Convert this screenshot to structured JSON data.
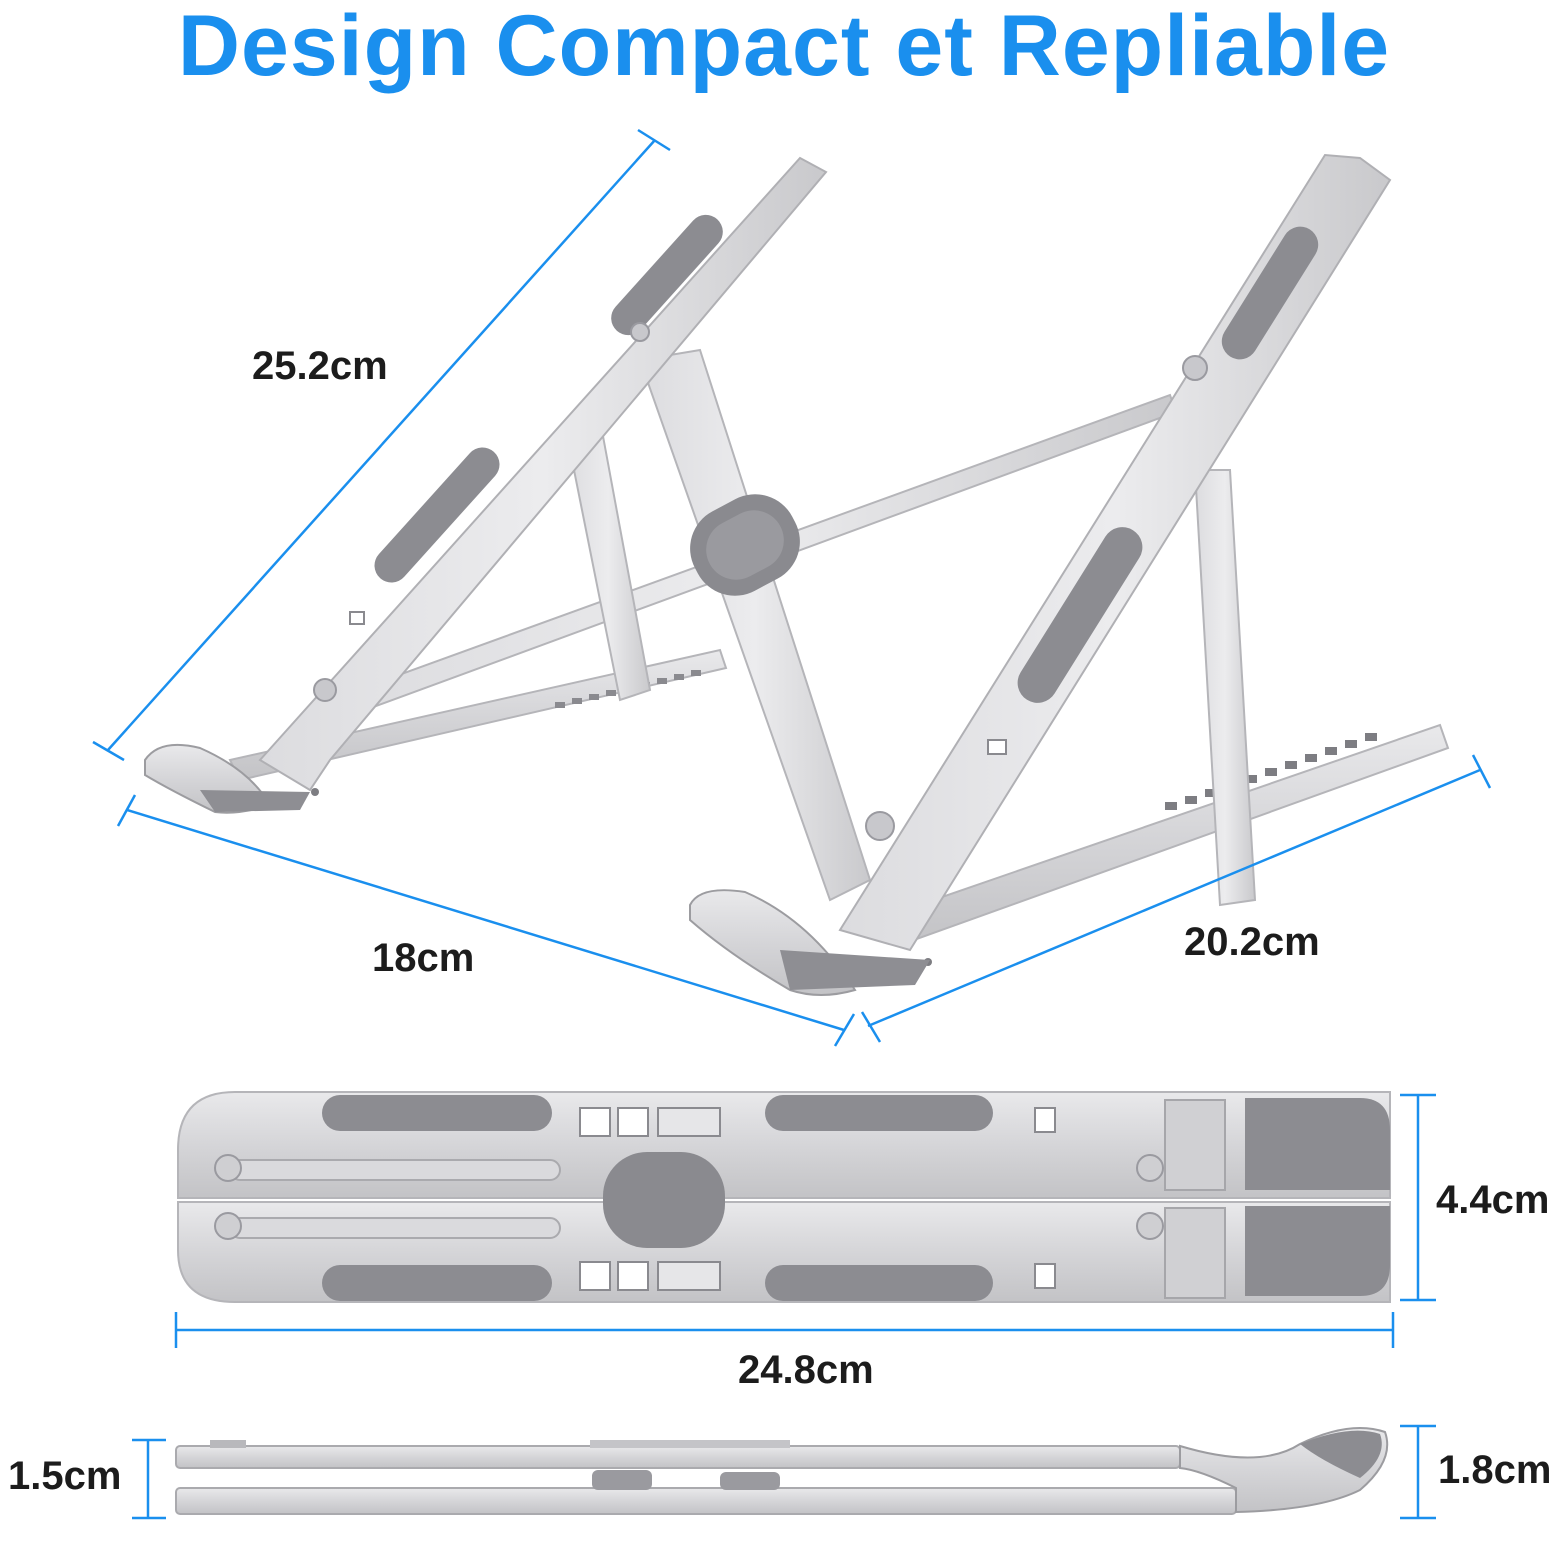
{
  "title": "Design Compact et Repliable",
  "accent_color": "#1a8fee",
  "dimensions": {
    "diagonal_length": "25.2cm",
    "base_depth": "18cm",
    "base_width": "20.2cm",
    "folded_height": "4.4cm",
    "folded_length": "24.8cm",
    "thickness_left": "1.5cm",
    "thickness_right": "1.8cm"
  },
  "icons": [
    "laptop-stand-open-illustration",
    "laptop-stand-folded-top-view",
    "laptop-stand-folded-side-view"
  ]
}
